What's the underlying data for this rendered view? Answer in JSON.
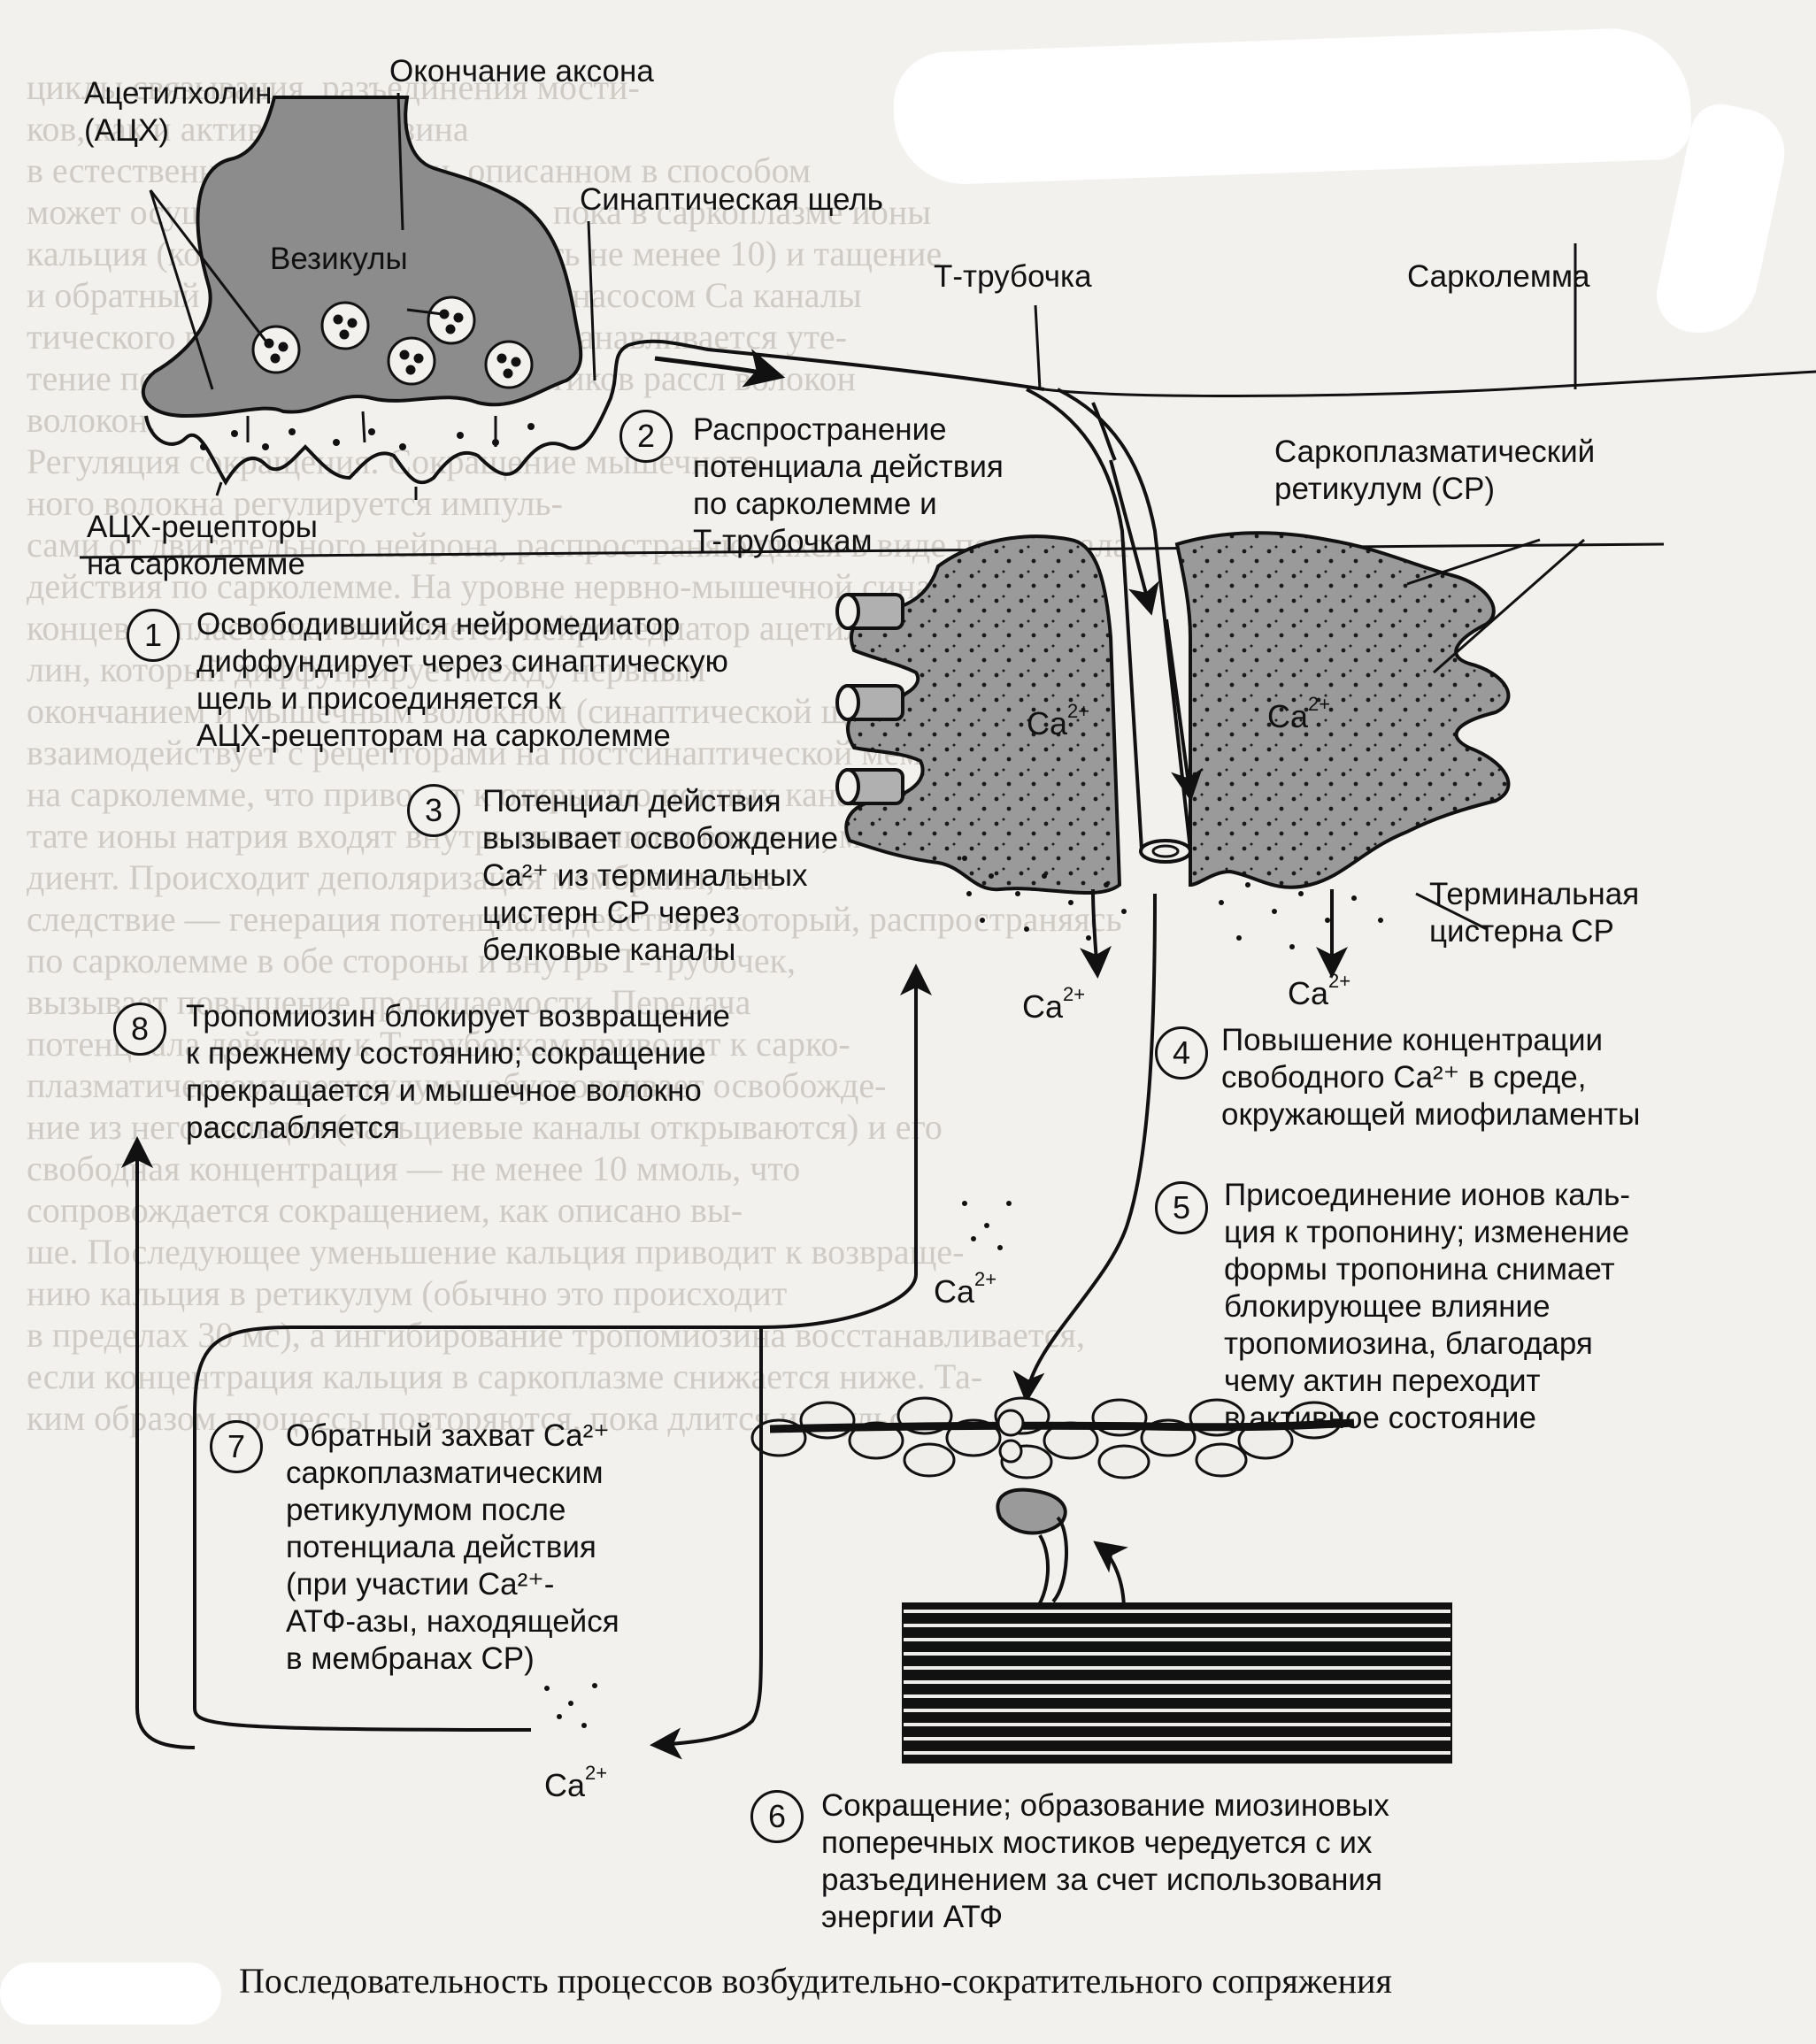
{
  "labels": {
    "ach": "Ацетилхолин\n(АЦХ)",
    "axon_end": "Окончание аксона",
    "synaptic_cleft": "Синаптическая щель",
    "vesicles": "Везикулы",
    "t_tubule": "Т-трубочка",
    "sarcolemma": "Сарколемма",
    "sr": "Саркоплазматический\nретикулум (СР)",
    "ach_receptors": "АЦХ-рецепторы\nна сарколемме",
    "terminal_cistern": "Терминальная\nцистерна СР"
  },
  "steps": [
    {
      "num": "1",
      "text": "Освободившийся нейромедиатор\nдиффундирует через синаптическую\nщель и присоединяется к\nАЦХ-рецепторам на сарколемме"
    },
    {
      "num": "2",
      "text": "Распространение\nпотенциала действия\nпо сарколемме и\nТ-трубочкам"
    },
    {
      "num": "3",
      "text": "Потенциал действия\nвызывает освобождение\nCa²⁺ из терминальных\nцистерн СР через\nбелковые каналы"
    },
    {
      "num": "4",
      "text": "Повышение концентрации\nсвободного Ca²⁺ в среде,\nокружающей миофиламенты"
    },
    {
      "num": "5",
      "text": "Присоединение ионов каль-\nция к тропонину; изменение\nформы тропонина снимает\nблокирующее влияние\nтропомиозина, благодаря\nчему актин переходит\nв активное состояние"
    },
    {
      "num": "6",
      "text": "Сокращение; образование миозиновых\nпоперечных мостиков чередуется с их\nразъединением за счет использования\nэнергии АТФ"
    },
    {
      "num": "7",
      "text": "Обратный захват Ca²⁺\nсаркоплазматическим\nретикулумом после\nпотенциала действия\n(при участии Ca²⁺-\nАТФ-азы, находящейся\nв мембранах СР)"
    },
    {
      "num": "8",
      "text": "Тропомиозин блокирует возвращение\nк прежнему состоянию; сокращение\nпрекращается и мышечное волокно\nрасслабляется"
    }
  ],
  "ca_labels": [
    {
      "base": "Ca",
      "sup": "2+"
    },
    {
      "base": "Ca",
      "sup": "2+"
    },
    {
      "base": "Ca",
      "sup": "2+"
    },
    {
      "base": "Ca",
      "sup": "2+"
    },
    {
      "base": "Ca",
      "sup": "2+"
    },
    {
      "base": "Ca",
      "sup": "2+"
    }
  ],
  "caption": "Последовательность процессов возбудительно-сократительного сопряжения",
  "background_lines": [
    "циклы связывания, разъединения мости-",
    "ков, как и активация миозина",
    "в естественном сокращении, описанном в способом",
    "может осуществляться до тех пор, пока в саркоплазме ионы",
    "кальция (концентрация должна быть не менее 10) и тащение",
    "и обратный захват АТФ-зависимым насосом Са каналы",
    "тического ретикулума кальция восстанавливается уте-",
    "тение потенциала поперечных мостиков рассл волокон",
    "волокон.",
    "Регуляция сокращения. Сокращение мышечного",
    "ного волокна регулируется импуль-",
    "сами от двигательного нейрона, распространяющихся в виде потенциала",
    "действия по сарколемме. На уровне нервно-мышечной синапса",
    "концевой пластинки выделяется нейромедиатор ацетилхо-",
    "лин, который диффундирует между нервным",
    "окончанием и мышечным волокном (синаптической щелью) и",
    "взаимодействует с рецепторами на постсинаптической мембране",
    "на сарколемме, что приводит к открытию ионных каналов. В резуль-",
    "тате ионы натрия входят внутрь мышечного волокна, меняет гра-",
    "диент. Происходит деполяризация мембраны, как",
    "следствие — генерация потенциала действия, который, распространяясь",
    "по сарколемме в обе стороны и внутрь Т-трубочек,",
    "вызывает повышение проницаемости. Передача",
    "потенциала действия к Т-трубочкам приводит к сарко-",
    "плазматическому ретикулуму, обусловливает освобожде-",
    "ние из него кальция (кальциевые каналы открываются) и его",
    "свободная концентрация — не менее 10 ммоль, что",
    "сопровождается сокращением, как описано вы-",
    "ше. Последующее уменьшение кальция приводит к возвраще-",
    "нию кальция в ретикулум (обычно это происходит",
    "в пределах 30 мс), а ингибирование тропомиозина восстанавливается,",
    "если концентрация кальция в саркоплазме снижается ниже. Та-",
    "ким образом процессы повторяются, пока длится импульс"
  ]
}
